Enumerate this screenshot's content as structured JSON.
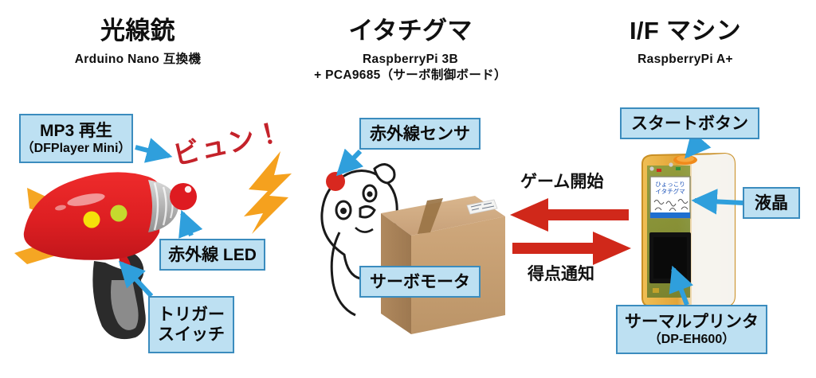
{
  "diagram": {
    "title_columns": [
      {
        "id": "ray-gun",
        "heading": "光線銃",
        "sub": "Arduino Nano 互換機",
        "sub2": ""
      },
      {
        "id": "itachiguma",
        "heading": "イタチグマ",
        "sub": "RaspberryPi 3B",
        "sub2": "+ PCA9685（サーボ制御ボード）"
      },
      {
        "id": "if-machine",
        "heading": "I/F マシン",
        "sub": "RaspberryPi A+",
        "sub2": ""
      }
    ],
    "labels": {
      "mp3": {
        "line1": "MP3 再生",
        "line2": "（DFPlayer Mini）"
      },
      "ir_led": {
        "line1": "赤外線 LED",
        "line2": ""
      },
      "trigger": {
        "line1": "トリガー",
        "line2": "スイッチ"
      },
      "ir_sensor": {
        "line1": "赤外線センサ",
        "line2": ""
      },
      "servo": {
        "line1": "サーボモータ",
        "line2": ""
      },
      "start_button": {
        "line1": "スタートボタン",
        "line2": ""
      },
      "lcd": {
        "line1": "液晶",
        "line2": ""
      },
      "printer": {
        "line1": "サーマルプリンタ",
        "line2": "（DP-EH600）"
      }
    },
    "flow_arrows": [
      {
        "id": "game-start",
        "label": "ゲーム開始",
        "direction": "right-to-left"
      },
      {
        "id": "score-notify",
        "label": "得点通知",
        "direction": "left-to-right"
      }
    ],
    "sfx": {
      "shot_text": "ビュン！"
    },
    "device_screen": {
      "line1": "ひょっこり",
      "line2": "イタチグマ"
    },
    "colors": {
      "label_fill": "#bde0f2",
      "label_border": "#3b8cbe",
      "connector_blue": "#2f9fdc",
      "flow_arrow_red": "#d0281a",
      "sfx_red": "#c4222a",
      "bolt_orange": "#f5a11e",
      "gun_red": "#e01f26",
      "gun_fin_orange": "#f5a623",
      "box_cardboard": "#c8a478",
      "device_amber": "#e8a93a",
      "text_black": "#111111"
    }
  }
}
